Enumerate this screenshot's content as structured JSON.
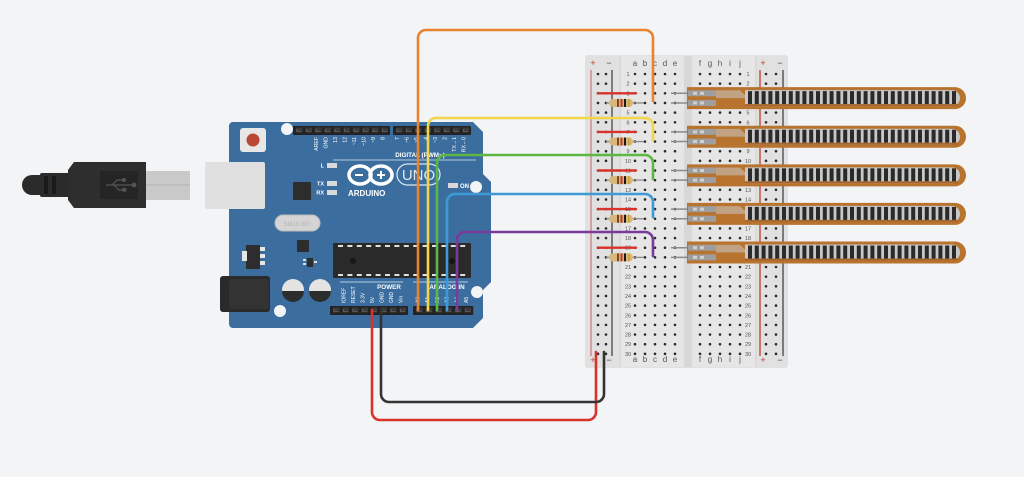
{
  "canvas": {
    "background": "#f3f4f6"
  },
  "arduino": {
    "brand": "ARDUINO",
    "model": "UNO",
    "digital_header_label": "DIGITAL (PWM~)",
    "power_label": "POWER",
    "analog_label": "ANALOG IN",
    "on_label": "ON",
    "led_labels": [
      "L",
      "TX",
      "RX"
    ],
    "crystal_label": "SM16.000",
    "digital_pins": [
      "AREF",
      "GND",
      "13",
      "12",
      "~11",
      "~10",
      "~9",
      "8",
      "7",
      "~6",
      "~5",
      "4",
      "~3",
      "2",
      "TX→1",
      "RX←0"
    ],
    "power_pins": [
      "IOREF",
      "RESET",
      "3.3V",
      "5V",
      "GND",
      "GND",
      "Vin"
    ],
    "analog_pins": [
      "A0",
      "A1",
      "A2",
      "A3",
      "A4",
      "A5"
    ],
    "board_color": "#3b6e9e"
  },
  "usb_cable": {
    "icon": "usb-icon"
  },
  "breadboard": {
    "left_rail_labels": [
      "+",
      "−"
    ],
    "right_rail_labels": [
      "+",
      "−"
    ],
    "columns_left": [
      "a",
      "b",
      "c",
      "d",
      "e"
    ],
    "columns_right": [
      "f",
      "g",
      "h",
      "i",
      "j"
    ],
    "rows": [
      "1",
      "2",
      "3",
      "4",
      "5",
      "6",
      "7",
      "8",
      "9",
      "10",
      "11",
      "12",
      "13",
      "14",
      "15",
      "16",
      "17",
      "18",
      "19",
      "20",
      "21",
      "22",
      "23",
      "24",
      "25",
      "26",
      "27",
      "28",
      "29",
      "30"
    ]
  },
  "wires": [
    {
      "name": "A0-wire",
      "color": "#e8832f",
      "from": "A0",
      "to": "breadboard row 4 col d"
    },
    {
      "name": "A1-wire",
      "color": "#f2d54a",
      "from": "A1",
      "to": "breadboard row 8 col d"
    },
    {
      "name": "A2-wire",
      "color": "#5cb843",
      "from": "A2",
      "to": "breadboard row 12 col d"
    },
    {
      "name": "A3-wire",
      "color": "#3d9ad6",
      "from": "A3",
      "to": "breadboard row 16 col d"
    },
    {
      "name": "A4-wire",
      "color": "#7a3a9a",
      "from": "A4",
      "to": "breadboard row 20 col d"
    },
    {
      "name": "5V-wire",
      "color": "#d8322a",
      "from": "5V",
      "to": "breadboard + rail"
    },
    {
      "name": "GND-wire",
      "color": "#333333",
      "from": "GND",
      "to": "breadboard − rail"
    }
  ],
  "flex_sensors": {
    "count": 5,
    "color": "#b8732e"
  },
  "resistors": {
    "count": 5
  }
}
